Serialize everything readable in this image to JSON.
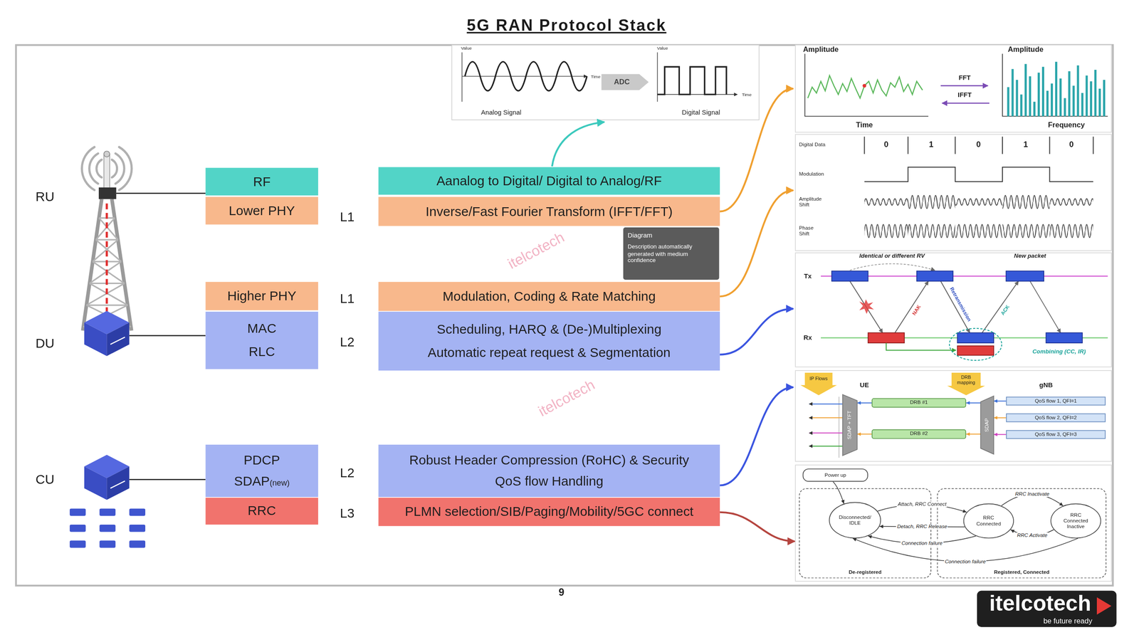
{
  "diagram": {
    "title": "5G RAN Protocol Stack",
    "nodes": [
      {
        "text": [
          "RF"
        ]
      },
      {
        "text": [
          "Lower PHY"
        ]
      },
      {
        "text": [
          "Aanalog to Digital/ Digital to Analog/RF"
        ]
      },
      {
        "text": [
          "Inverse/Fast Fourier Transform (IFFT/FFT)"
        ]
      },
      {
        "text": [
          "Higher PHY"
        ]
      },
      {
        "text": [
          "Modulation, Coding & Rate Matching"
        ]
      },
      {
        "text": [
          "MAC",
          "RLC"
        ]
      },
      {
        "text": [
          "Scheduling, HARQ & (De-)Multiplexing",
          "Automatic repeat request & Segmentation"
        ]
      },
      {
        "text": [
          "PDCP",
          "SDAP",
          "(new)"
        ]
      },
      {
        "text": [
          "Robust Header Compression (RoHC) & Security",
          "QoS flow Handling"
        ]
      },
      {
        "text": [
          "RRC"
        ]
      },
      {
        "text": [
          "PLMN selection/SIB/Paging/Mobility/5GC connect"
        ]
      },
      {
        "text": [
          "Diagram",
          "Description automatically generated with medium confidence"
        ]
      },
      {
        "text": [
          "SDAP + TFT"
        ]
      },
      {
        "text": [
          "DRB #1"
        ]
      },
      {
        "text": [
          "DRB #2"
        ]
      },
      {
        "text": [
          "SDAP"
        ]
      },
      {
        "text": [
          "QoS flow 1, QFI=1"
        ]
      },
      {
        "text": [
          "QoS flow 2, QFI=2"
        ]
      },
      {
        "text": [
          "QoS flow 3, QFI=3"
        ]
      },
      {
        "text": [
          "Power up"
        ]
      },
      {
        "text": [
          "De-registered"
        ]
      },
      {
        "text": [
          "Registered, Connected"
        ]
      },
      {
        "text": [
          "Disconnected/ IDLE"
        ],
        "in": 21
      },
      {
        "text": [
          "RRC Connected"
        ],
        "in": 22
      },
      {
        "text": [
          "RRC Connected Inactive"
        ],
        "in": 22
      }
    ],
    "edges": [
      {
        "from": 17,
        "to": 16,
        "arrow": "to"
      },
      {
        "from": 18,
        "to": 16,
        "arrow": "to"
      },
      {
        "from": 19,
        "to": 16,
        "arrow": "to"
      },
      {
        "from": 16,
        "to": 14,
        "arrow": "to"
      },
      {
        "from": 16,
        "to": 15,
        "arrow": "to"
      },
      {
        "from": 14,
        "to": 13,
        "arrow": "to"
      },
      {
        "from": 15,
        "to": 13,
        "arrow": "to"
      },
      {
        "from": 20,
        "to": 23,
        "arrow": "to"
      },
      {
        "from": 23,
        "to": 24,
        "label": "Attach, RRC Connect",
        "arrow": "to"
      },
      {
        "from": 24,
        "to": 23,
        "label": "Detach, RRC Release",
        "arrow": "to"
      },
      {
        "from": 24,
        "to": 23,
        "label": "Connection failure",
        "arrow": "to"
      },
      {
        "from": 24,
        "to": 25,
        "label": "RRC Inactivate",
        "arrow": "to"
      },
      {
        "from": 25,
        "to": 24,
        "label": "RRC Activate",
        "arrow": "to"
      },
      {
        "from": 25,
        "to": 23,
        "label": "Connection failure",
        "arrow": "to"
      }
    ],
    "labels": [
      "RU",
      "DU",
      "CU",
      "L1",
      "L1",
      "L2",
      "L2",
      "L3",
      "itelcotech",
      "itelcotech",
      "9",
      "itelcotech",
      "be future ready",
      "Value",
      "Analog Signal",
      "Time",
      "ADC",
      "Value",
      "Digital Signal",
      "Time",
      "Amplitude",
      "Time",
      "FFT",
      "IFFT",
      "Amplitude",
      "Frequency",
      "Digital Data",
      "0",
      "1",
      "0",
      "1",
      "0",
      "Modulation",
      "Amplitude Shift",
      "Phase Shift",
      "Identical or different RV",
      "New packet",
      "Tx",
      "Rx",
      "NAK",
      "Retransmission",
      "ACK",
      "Combining (CC, IR)",
      "IP Flows",
      "UE",
      "DRB mapping",
      "gNB"
    ]
  }
}
